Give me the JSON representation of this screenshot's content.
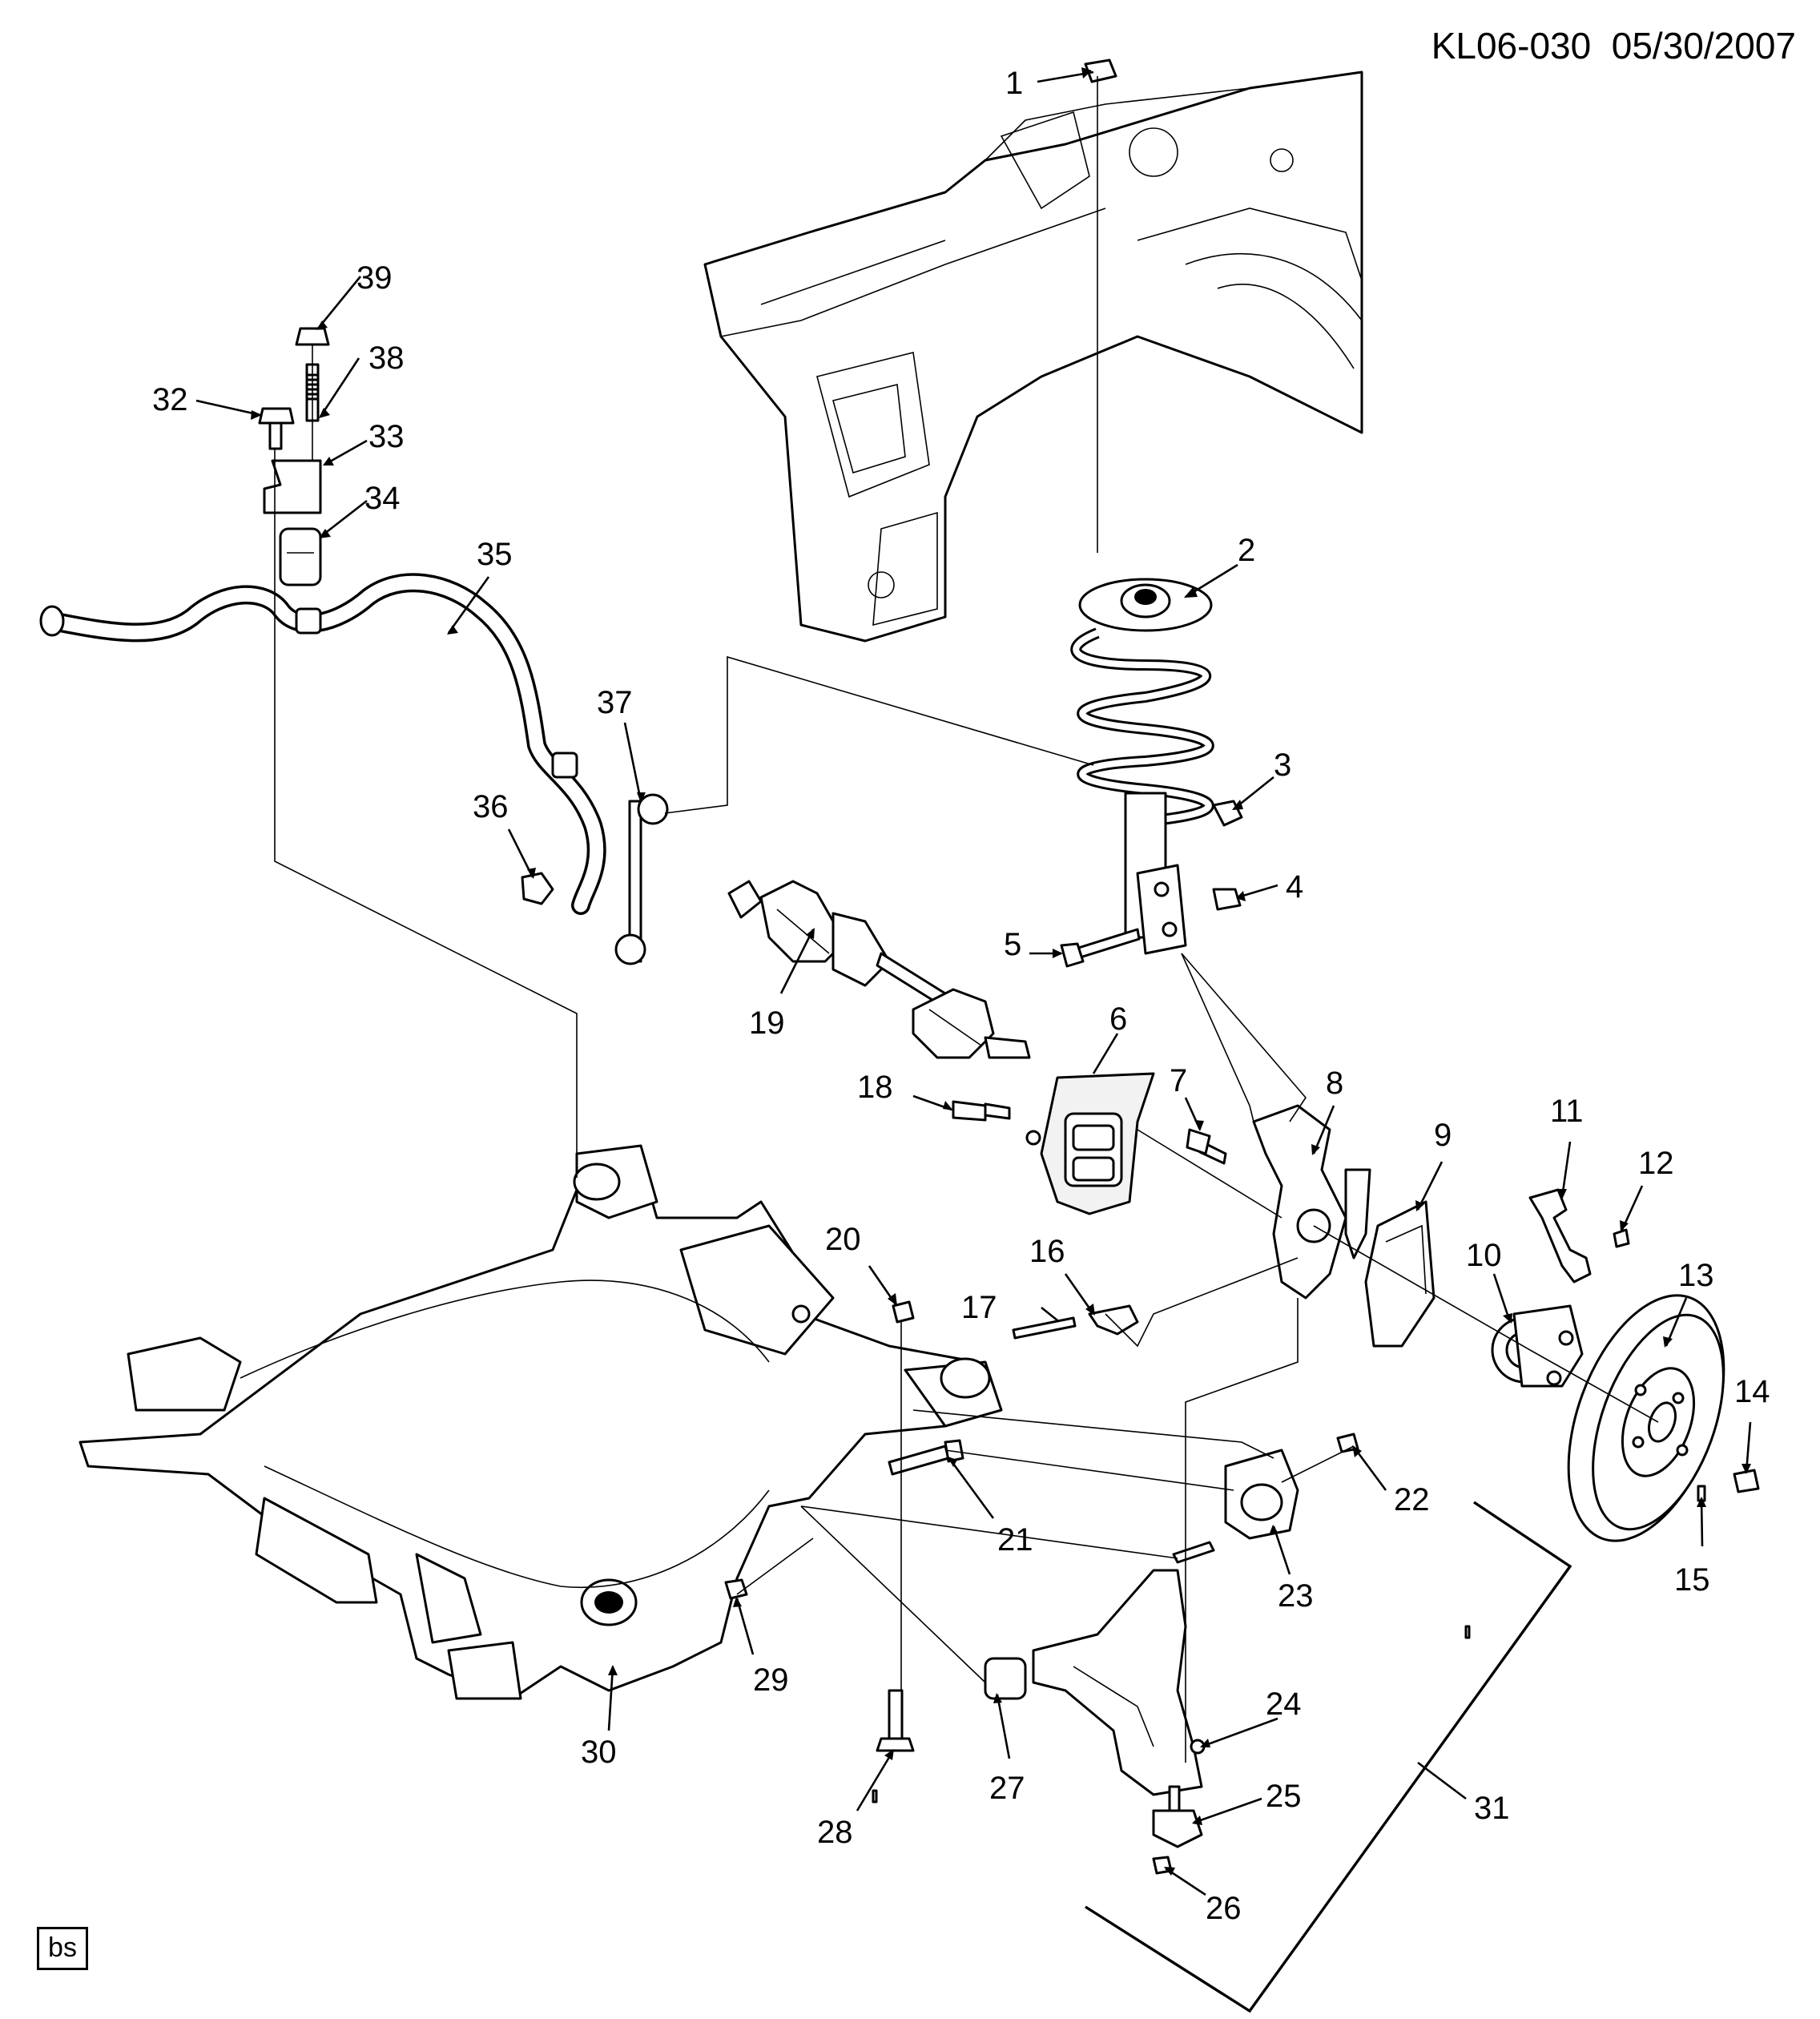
{
  "header": {
    "diagram_code": "KL06-030",
    "date": "05/30/2007"
  },
  "footer": {
    "tag": "bs"
  },
  "callouts": [
    {
      "num": "1"
    },
    {
      "num": "2"
    },
    {
      "num": "3"
    },
    {
      "num": "4"
    },
    {
      "num": "5"
    },
    {
      "num": "6"
    },
    {
      "num": "7"
    },
    {
      "num": "8"
    },
    {
      "num": "9"
    },
    {
      "num": "10"
    },
    {
      "num": "11"
    },
    {
      "num": "12"
    },
    {
      "num": "13"
    },
    {
      "num": "14"
    },
    {
      "num": "15"
    },
    {
      "num": "16"
    },
    {
      "num": "17"
    },
    {
      "num": "18"
    },
    {
      "num": "19"
    },
    {
      "num": "20"
    },
    {
      "num": "21"
    },
    {
      "num": "22"
    },
    {
      "num": "23"
    },
    {
      "num": "24"
    },
    {
      "num": "25"
    },
    {
      "num": "26"
    },
    {
      "num": "27"
    },
    {
      "num": "28"
    },
    {
      "num": "29"
    },
    {
      "num": "30"
    },
    {
      "num": "31"
    },
    {
      "num": "32"
    },
    {
      "num": "33"
    },
    {
      "num": "34"
    },
    {
      "num": "35"
    },
    {
      "num": "36"
    },
    {
      "num": "37"
    },
    {
      "num": "38"
    },
    {
      "num": "39"
    }
  ]
}
